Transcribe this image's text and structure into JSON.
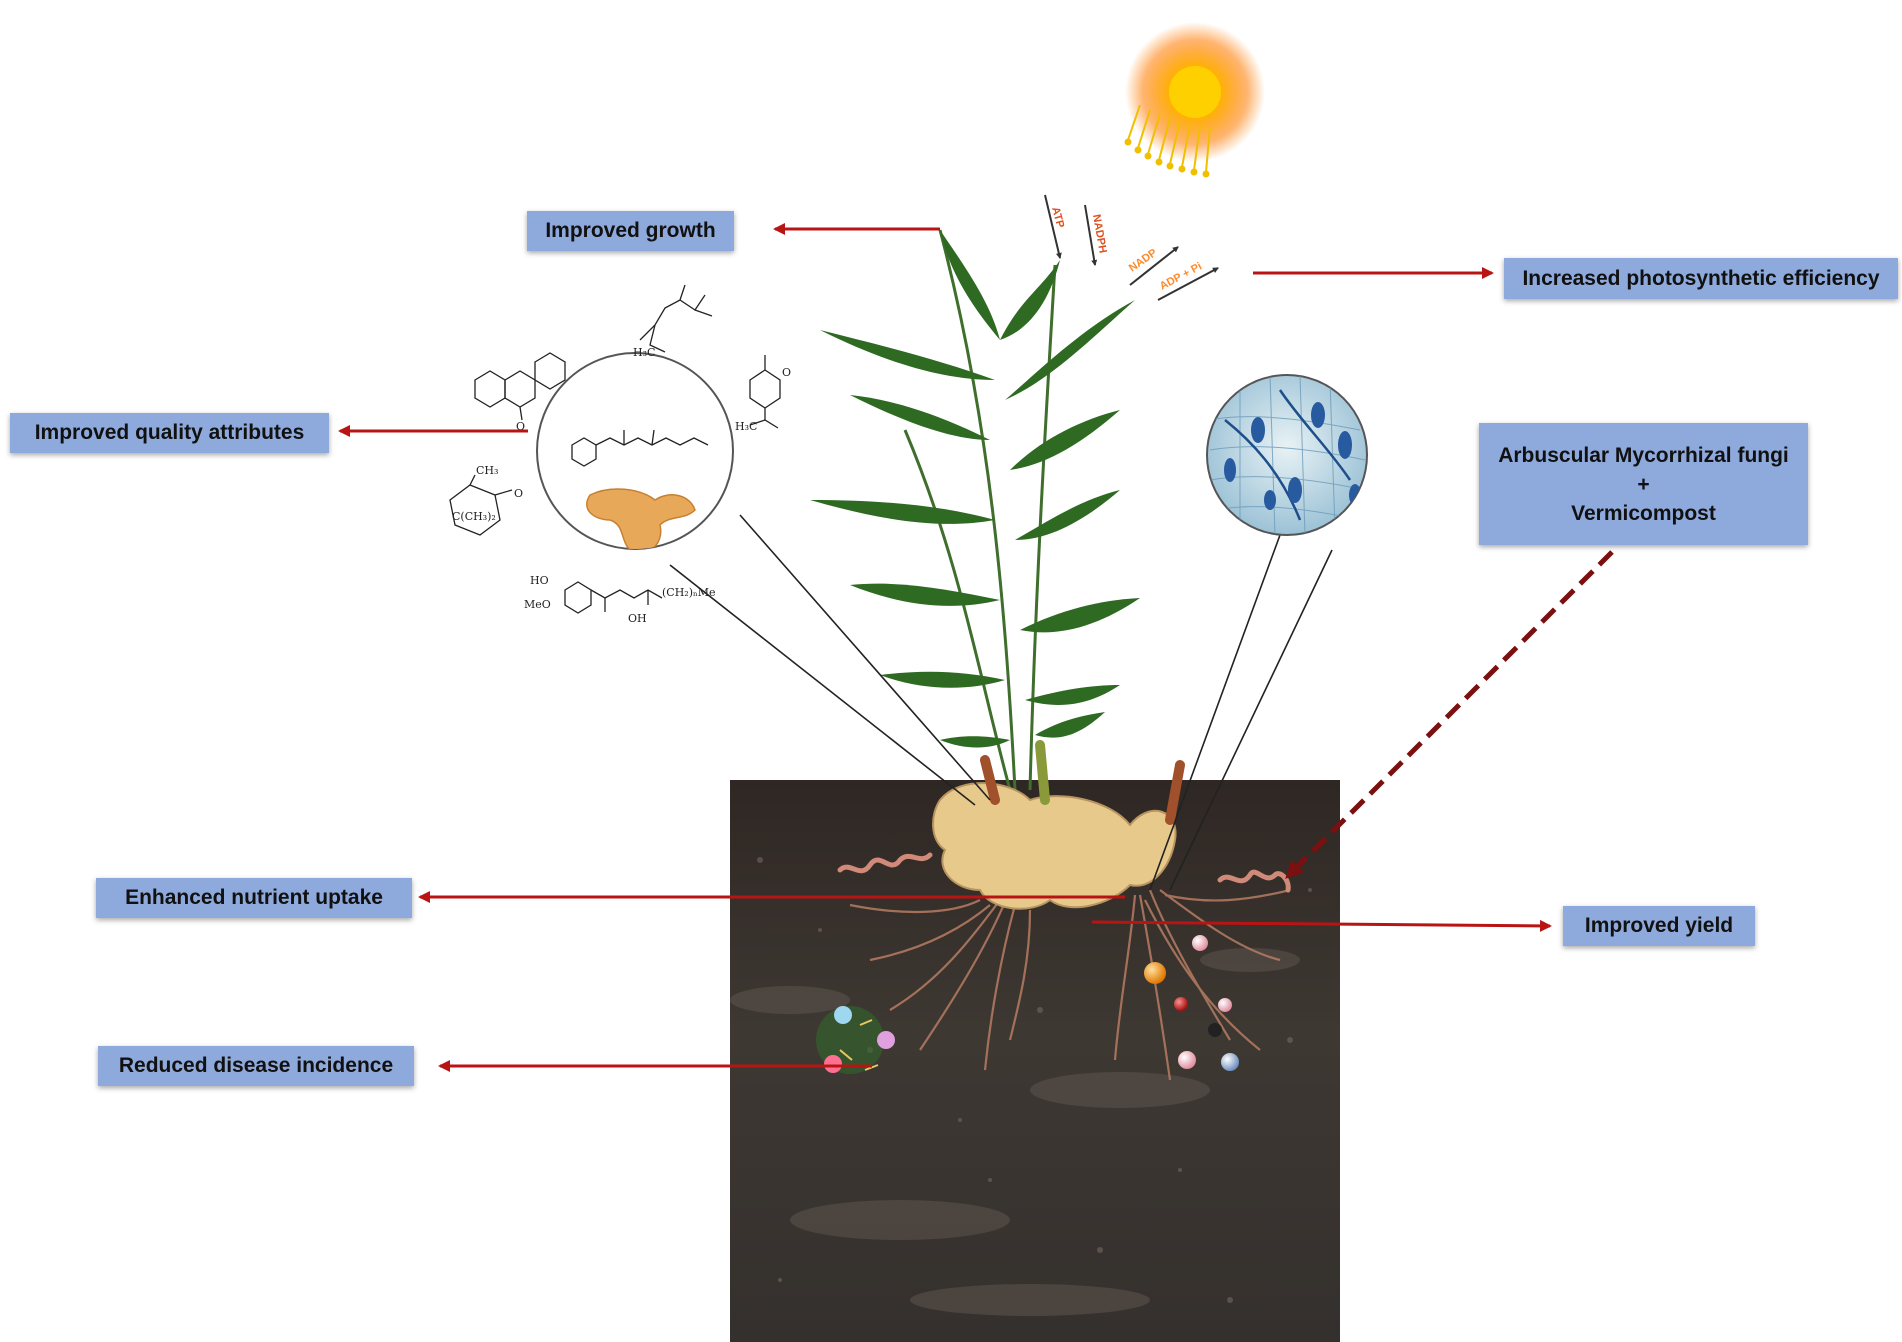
{
  "labels": {
    "improved_growth": "Improved growth",
    "photosynthetic": "Increased photosynthetic efficiency",
    "quality": "Improved quality attributes",
    "treatment_line1": "Arbuscular Mycorrhizal fungi",
    "treatment_line2": "+",
    "treatment_line3": "Vermicompost",
    "nutrient": "Enhanced nutrient uptake",
    "yield": "Improved yield",
    "disease": "Reduced disease incidence"
  },
  "photosynthesis_labels": {
    "atp": "ATP",
    "nadph": "NADPH",
    "nadp": "NADP",
    "adp_pi": "ADP + Pi"
  },
  "molecule_labels": {
    "ch3": "CH₃",
    "cch3": "C(CH₃)₂",
    "ho": "HO",
    "meo": "MeO",
    "oh": "OH",
    "ch2me": "(CH₂)ₙMe",
    "h3c": "H₃C",
    "o": "O"
  },
  "colors": {
    "arrow_red": "#b81414",
    "dashed_arrow": "#7a1010",
    "label_bg": "#8ea9dc",
    "soil": "#3a3430",
    "leaf": "#2e6a22",
    "rhizome": "#e8c98c",
    "sun": "#ff9a00"
  }
}
